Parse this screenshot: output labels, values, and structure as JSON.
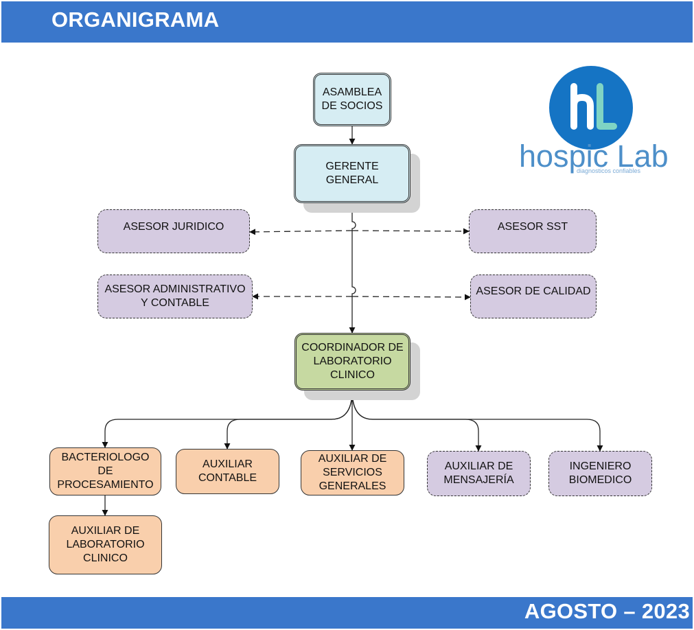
{
  "header": {
    "title": "ORGANIGRAMA"
  },
  "footer": {
    "date": "AGOSTO – 2023"
  },
  "logo": {
    "monogram": "hL",
    "name": "hospic Lab",
    "tagline": "diagnosticos confiables",
    "colors": {
      "circle": "#1574c4",
      "text": "#4d8fc9"
    }
  },
  "nodes": {
    "asamblea": "ASAMBLEA\nDE SOCIOS",
    "gerente": "GERENTE\nGENERAL",
    "asesor_juridico": "ASESOR JURIDICO",
    "asesor_sst": "ASESOR SST",
    "asesor_admin": "ASESOR ADMINISTRATIVO\nY CONTABLE",
    "asesor_calidad": "ASESOR DE CALIDAD",
    "coordinador": "COORDINADOR DE\nLABORATORIO\nCLINICO",
    "bacteriologo": "BACTERIOLOGO\nDE\nPROCESAMIENTO",
    "auxiliar_contable": "AUXILIAR\nCONTABLE",
    "auxiliar_servicios": "AUXILIAR DE\nSERVICIOS\nGENERALES",
    "auxiliar_mensajeria": "AUXILIAR DE\nMENSAJERÍA",
    "ingeniero": "INGENIERO\nBIOMEDICO",
    "auxiliar_laboratorio": "AUXILIAR DE\nLABORATORIO\nCLINICO"
  },
  "colors": {
    "header_band": "#3a77cb",
    "direction": "#d6edf3",
    "coordination": "#c6d9a1",
    "advisory": "#d5cbe1",
    "staff": "#f9cfac"
  }
}
